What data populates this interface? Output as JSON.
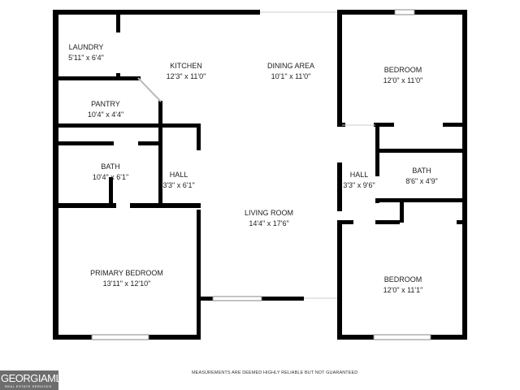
{
  "rooms": {
    "laundry": {
      "name": "LAUNDRY",
      "dims": "5'11\" x 6'4\""
    },
    "kitchen": {
      "name": "KITCHEN",
      "dims": "12'3\" x 11'0\""
    },
    "dining": {
      "name": "DINING AREA",
      "dims": "10'1\" x 11'0\""
    },
    "bedroom1": {
      "name": "BEDROOM",
      "dims": "12'0\" x 11'0\""
    },
    "pantry": {
      "name": "PANTRY",
      "dims": "10'4\" x 4'4\""
    },
    "bath1": {
      "name": "BATH",
      "dims": "10'4\" x 6'1\""
    },
    "hall1": {
      "name": "HALL",
      "dims": "3'3\" x 6'1\""
    },
    "hall2": {
      "name": "HALL",
      "dims": "3'3\" x 9'6\""
    },
    "bath2": {
      "name": "BATH",
      "dims": "8'6\" x 4'9\""
    },
    "living": {
      "name": "LIVING ROOM",
      "dims": "14'4\" x 17'6\""
    },
    "primary": {
      "name": "PRIMARY BEDROOM",
      "dims": "13'11\" x 12'10\""
    },
    "bedroom2": {
      "name": "BEDROOM",
      "dims": "12'0\" x 11'1\""
    }
  },
  "footer": {
    "disclaimer": "MEASUREMENTS ARE DEEMED HIGHLY RELIABLE BUT NOT GUARANTEED",
    "logo_main": "GEORGIAMLS",
    "logo_sub": "REAL ESTATE SERVICES"
  },
  "colors": {
    "wall": "#000000",
    "window": "#9a9a9a",
    "logo_bg": "#6d6d6d"
  }
}
